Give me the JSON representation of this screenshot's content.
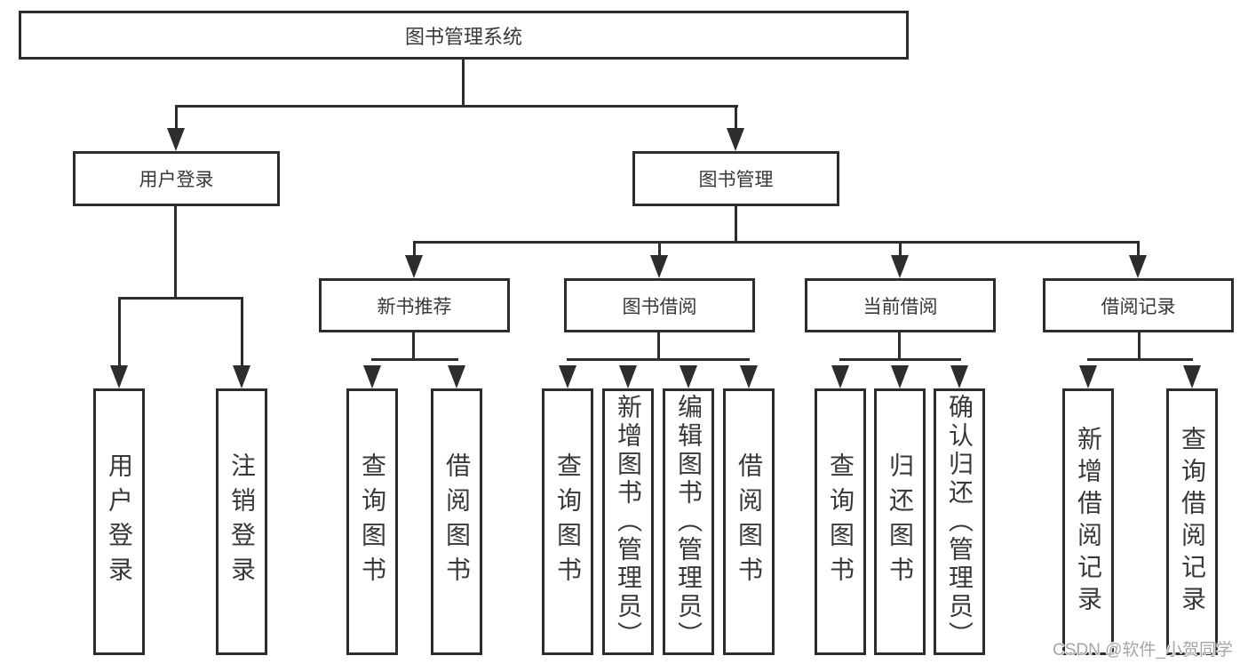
{
  "diagram": {
    "title": "图书管理系统",
    "level2": [
      {
        "label": "用户登录"
      },
      {
        "label": "图书管理"
      }
    ],
    "level3": [
      {
        "label": "新书推荐",
        "parent": "图书管理"
      },
      {
        "label": "图书借阅",
        "parent": "图书管理"
      },
      {
        "label": "当前借阅",
        "parent": "图书管理"
      },
      {
        "label": "借阅记录",
        "parent": "图书管理"
      }
    ],
    "leaves": [
      {
        "label": "用户登录",
        "parent": "用户登录"
      },
      {
        "label": "注销登录",
        "parent": "用户登录"
      },
      {
        "label": "查询图书",
        "parent": "新书推荐"
      },
      {
        "label": "借阅图书",
        "parent": "新书推荐"
      },
      {
        "label": "查询图书",
        "parent": "图书借阅"
      },
      {
        "label": "新增图书（管理员）",
        "parent": "图书借阅"
      },
      {
        "label": "编辑图书（管理员）",
        "parent": "图书借阅"
      },
      {
        "label": "借阅图书",
        "parent": "图书借阅"
      },
      {
        "label": "查询图书",
        "parent": "当前借阅"
      },
      {
        "label": "归还图书",
        "parent": "当前借阅"
      },
      {
        "label": "确认归还（管理员）",
        "parent": "当前借阅"
      },
      {
        "label": "新增借阅记录",
        "parent": "借阅记录"
      },
      {
        "label": "查询借阅记录",
        "parent": "借阅记录"
      }
    ],
    "watermark": "CSDN @软件_小贺同学",
    "colors": {
      "line": "#2d2d2d",
      "text": "#383838",
      "watermark": "#a6a6a6",
      "background": "#ffffff"
    }
  }
}
